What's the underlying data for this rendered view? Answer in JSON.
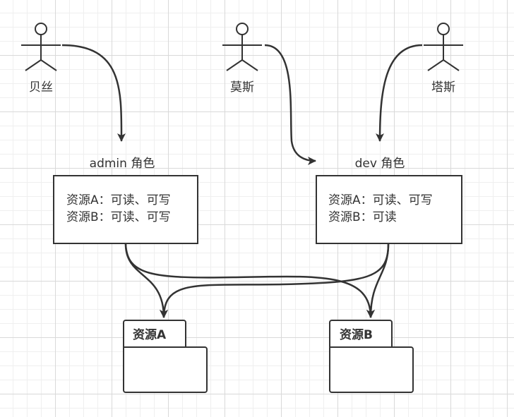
{
  "actors": [
    {
      "id": "beisi",
      "name": "贝丝"
    },
    {
      "id": "mosi",
      "name": "莫斯"
    },
    {
      "id": "tasi",
      "name": "塔斯"
    }
  ],
  "roles": [
    {
      "id": "admin",
      "title": "admin 角色",
      "lines": [
        "资源A：可读、可写",
        "资源B：可读、可写"
      ]
    },
    {
      "id": "dev",
      "title": "dev 角色",
      "lines": [
        "资源A：可读、可写",
        "资源B：可读"
      ]
    }
  ],
  "resources": [
    {
      "id": "a",
      "name": "资源A"
    },
    {
      "id": "b",
      "name": "资源B"
    }
  ],
  "colors": {
    "stroke": "#333333",
    "grid_major": "#d9d9d9",
    "grid_minor": "#efefef",
    "background": "#ffffff"
  }
}
